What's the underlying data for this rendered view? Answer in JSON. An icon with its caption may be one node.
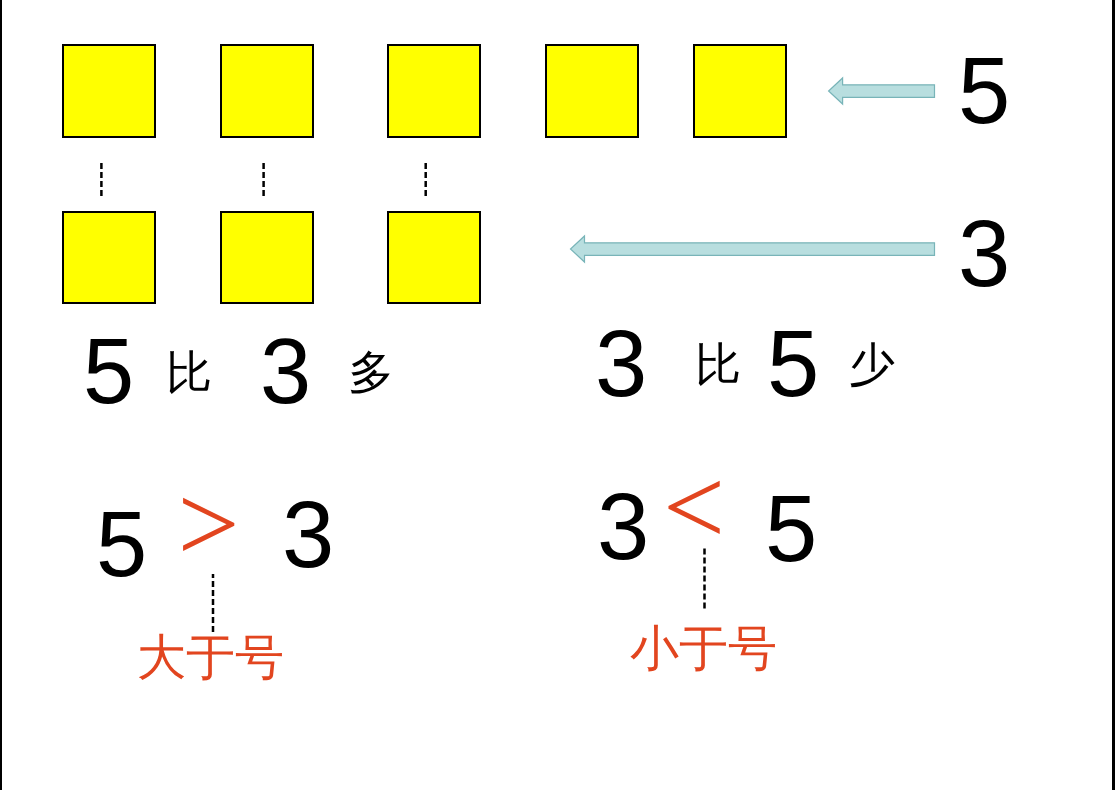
{
  "diagram": {
    "nodes": [
      {
        "text": [],
        "shape": "box"
      },
      {
        "text": [],
        "shape": "box"
      },
      {
        "text": [],
        "shape": "box"
      },
      {
        "text": [],
        "shape": "box"
      },
      {
        "text": [],
        "shape": "box"
      },
      {
        "text": [
          "5"
        ]
      },
      {
        "text": [],
        "shape": "box"
      },
      {
        "text": [],
        "shape": "box"
      },
      {
        "text": [],
        "shape": "box"
      },
      {
        "text": [
          "3"
        ]
      },
      {
        "text": [
          ">"
        ]
      },
      {
        "text": [
          "<"
        ]
      },
      {
        "text": [
          "大于号"
        ]
      },
      {
        "text": [
          "小于号"
        ]
      }
    ],
    "edges": [
      {
        "from": 5,
        "to": 4,
        "arrow": "to"
      },
      {
        "from": 9,
        "to": 8,
        "arrow": "to"
      },
      {
        "from": 0,
        "to": 6,
        "arrow": "none",
        "style": "dashed"
      },
      {
        "from": 1,
        "to": 7,
        "arrow": "none",
        "style": "dashed"
      },
      {
        "from": 2,
        "to": 8,
        "arrow": "none",
        "style": "dashed"
      },
      {
        "from": 12,
        "to": 10,
        "arrow": "none",
        "style": "dashed"
      },
      {
        "from": 13,
        "to": 11,
        "arrow": "none",
        "style": "dashed"
      }
    ],
    "labels": [
      "5 比 3 多",
      "3 比 5 少",
      "5",
      "3",
      "3",
      "5"
    ]
  }
}
